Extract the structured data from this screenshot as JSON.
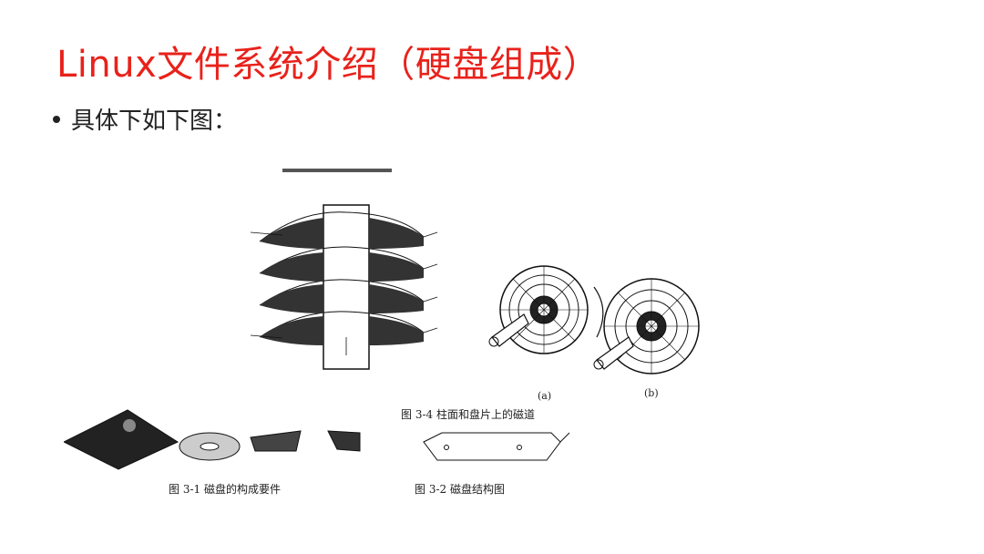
{
  "slide": {
    "title": "Linux文件系统介绍（硬盘组成）",
    "bullet": "具体下如下图："
  },
  "figure": {
    "caption_3_4": "图 3-4   柱面和盘片上的磁道",
    "caption_3_1": "图 3-1   磁盘的构成要件",
    "caption_3_2": "图 3-2   磁盘结构图",
    "label_a": "(a)",
    "label_b": "(b)"
  }
}
